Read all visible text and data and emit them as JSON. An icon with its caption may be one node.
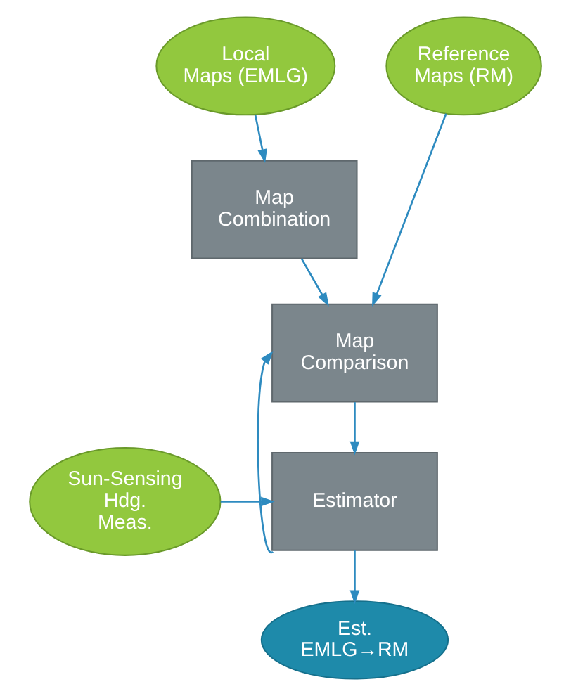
{
  "diagram": {
    "nodes": [
      {
        "text": [
          "Local Maps (EMLG)"
        ]
      },
      {
        "text": [
          "Reference Maps (RM)"
        ]
      },
      {
        "text": [
          "Map Combination"
        ]
      },
      {
        "text": [
          "Map Comparison"
        ]
      },
      {
        "text": [
          "Sun-Sensing Hdg. Meas."
        ]
      },
      {
        "text": [
          "Estimator"
        ]
      },
      {
        "text": [
          "Est. EMLG→RM"
        ]
      }
    ],
    "edges": [
      {
        "from": 0,
        "to": 2,
        "arrow": "to"
      },
      {
        "from": 2,
        "to": 3,
        "arrow": "to"
      },
      {
        "from": 1,
        "to": 3,
        "arrow": "to"
      },
      {
        "from": 3,
        "to": 5,
        "arrow": "to"
      },
      {
        "from": 4,
        "to": 5,
        "arrow": "to"
      },
      {
        "from": 5,
        "to": 6,
        "arrow": "to"
      },
      {
        "from": 5,
        "to": 3,
        "arrow": "to"
      }
    ]
  }
}
